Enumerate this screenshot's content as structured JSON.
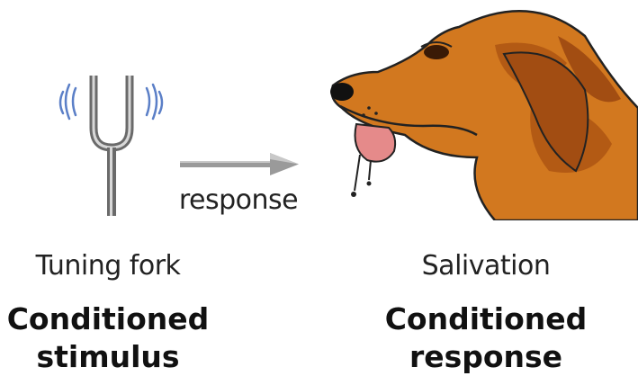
{
  "arrow": {
    "label": "response"
  },
  "left": {
    "object_label": "Tuning fork",
    "title_line1": "Conditioned",
    "title_line2": "stimulus",
    "icon": "tuning-fork-icon"
  },
  "right": {
    "object_label": "Salivation",
    "title_line1": "Conditioned",
    "title_line2": "response",
    "icon": "dog-head-illustration"
  },
  "colors": {
    "dog_fur": "#d2781f",
    "dog_dark": "#a24d12",
    "fork_vibration": "#5b7fc7",
    "arrow": "#9a9a9a"
  }
}
